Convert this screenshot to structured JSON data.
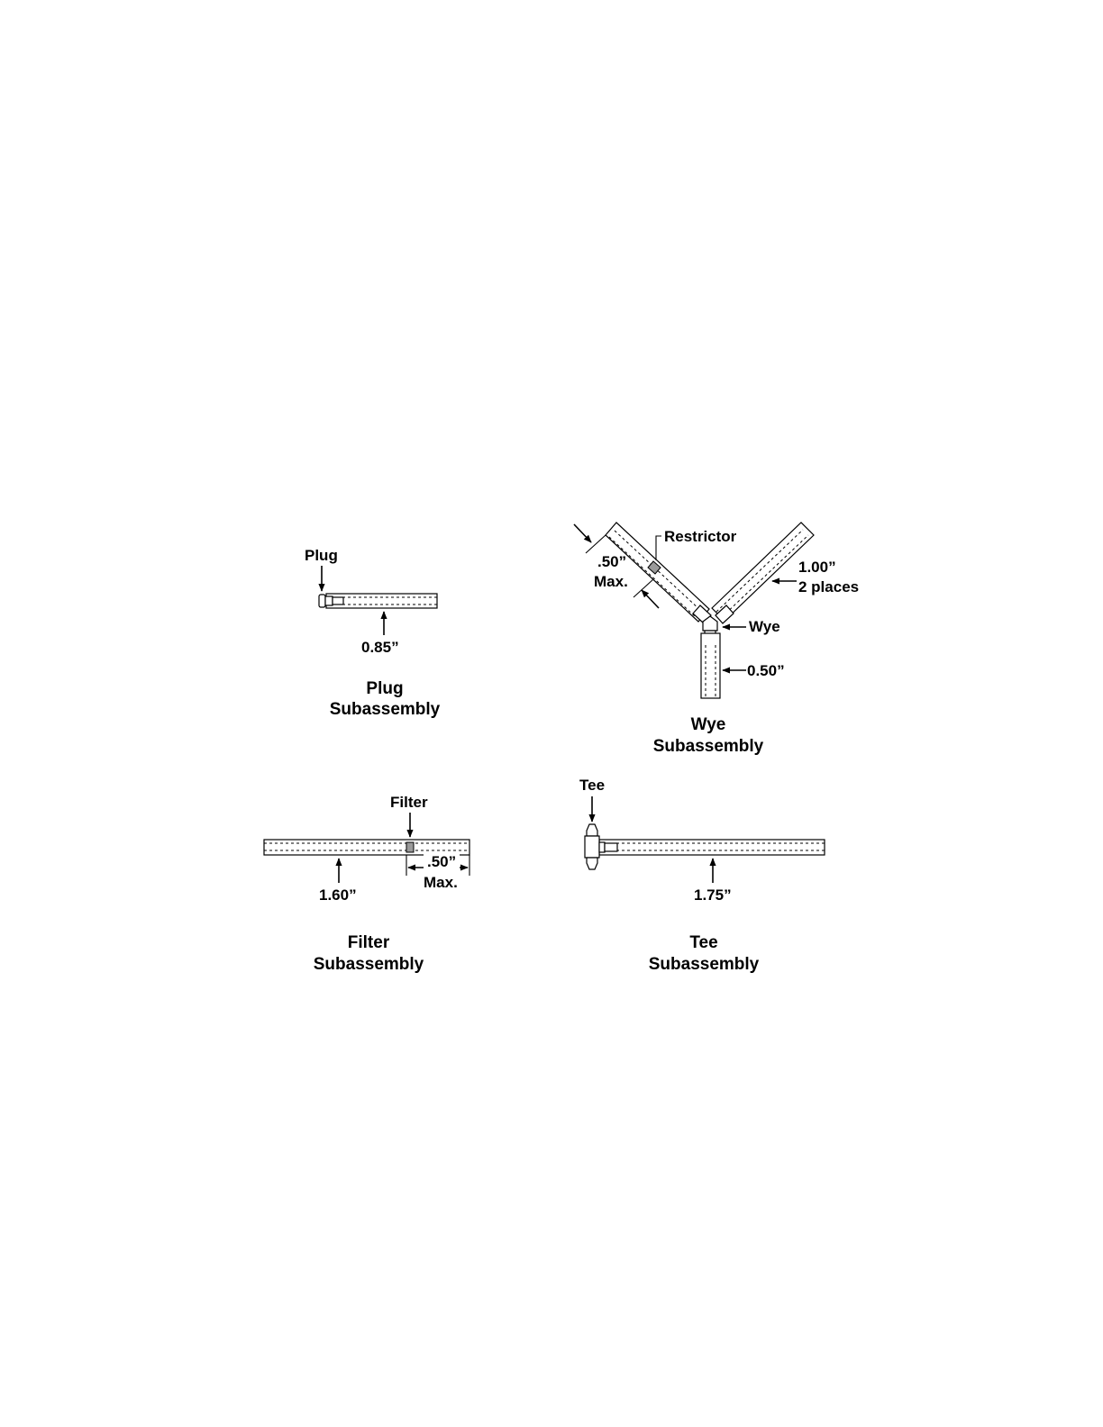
{
  "plug": {
    "label": "Plug",
    "length": "0.85”",
    "caption_line1": "Plug",
    "caption_line2": "Subassembly"
  },
  "wye": {
    "restrictor_label": "Restrictor",
    "width_dim": ".50”",
    "width_max": "Max.",
    "arm_length": "1.00”",
    "arm_places": "2 places",
    "wye_label": "Wye",
    "stem_length": "0.50”",
    "caption_line1": "Wye",
    "caption_line2": "Subassembly"
  },
  "filter": {
    "label": "Filter",
    "length": "1.60”",
    "offset_dim": ".50”",
    "offset_max": "Max.",
    "caption_line1": "Filter",
    "caption_line2": "Subassembly"
  },
  "tee": {
    "label": "Tee",
    "length": "1.75”",
    "caption_line1": "Tee",
    "caption_line2": "Subassembly"
  }
}
